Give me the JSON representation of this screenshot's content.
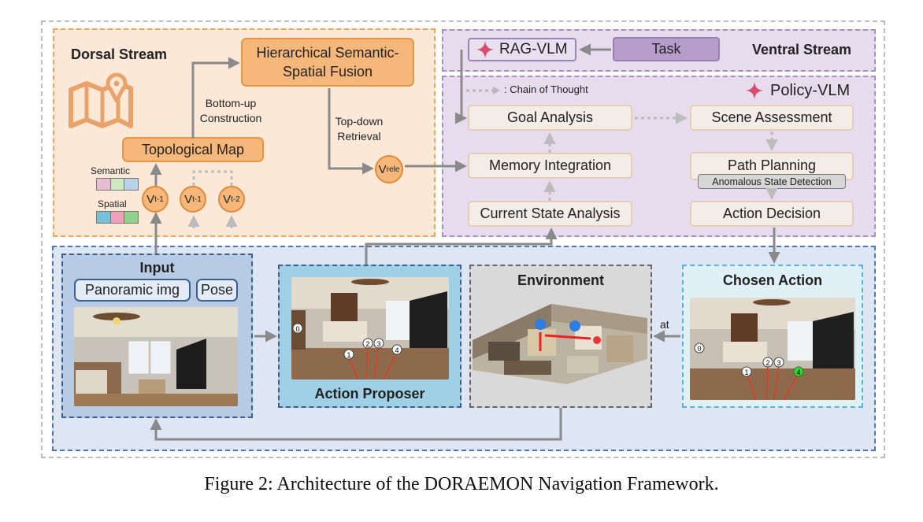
{
  "dorsal": {
    "title": "Dorsal Stream",
    "fusion_label": "Hierarchical Semantic-Spatial Fusion",
    "bottom_up": "Bottom-up Construction",
    "top_down": "Top-down Retrieval",
    "topo_map": "Topological Map",
    "semantic": "Semantic",
    "spatial": "Spatial",
    "nodes": [
      {
        "base": "V",
        "sub": "t-1"
      },
      {
        "base": "V",
        "sub": "t-1"
      },
      {
        "base": "V",
        "sub": "t-2"
      }
    ],
    "vrele": {
      "base": "V",
      "sub": "rele"
    }
  },
  "ventral": {
    "title": "Ventral Stream",
    "rag": "RAG-VLM",
    "task": "Task"
  },
  "policy": {
    "title": "Policy-VLM",
    "cot_legend": ": Chain of Thought",
    "goal": "Goal Analysis",
    "scene": "Scene Assessment",
    "memory": "Memory Integration",
    "path": "Path Planning",
    "anomaly": "Anomalous State Detection",
    "current": "Current State Analysis",
    "action": "Action Decision"
  },
  "bottom": {
    "input_title": "Input",
    "panoramic": "Panoramic img",
    "pose": "Pose",
    "proposer": "Action Proposer",
    "environment": "Environment",
    "chosen": "Chosen Action",
    "at": "at",
    "markers": [
      "0",
      "1",
      "2",
      "3",
      "4"
    ]
  },
  "caption": "Figure 2: Architecture of the DORAEMON Navigation Framework.",
  "colors": {
    "orange_fill": "#f6b77b",
    "purple_fill": "#e6dced",
    "blue_fill": "#dde6f2",
    "arrow": "#8a8a8a"
  }
}
